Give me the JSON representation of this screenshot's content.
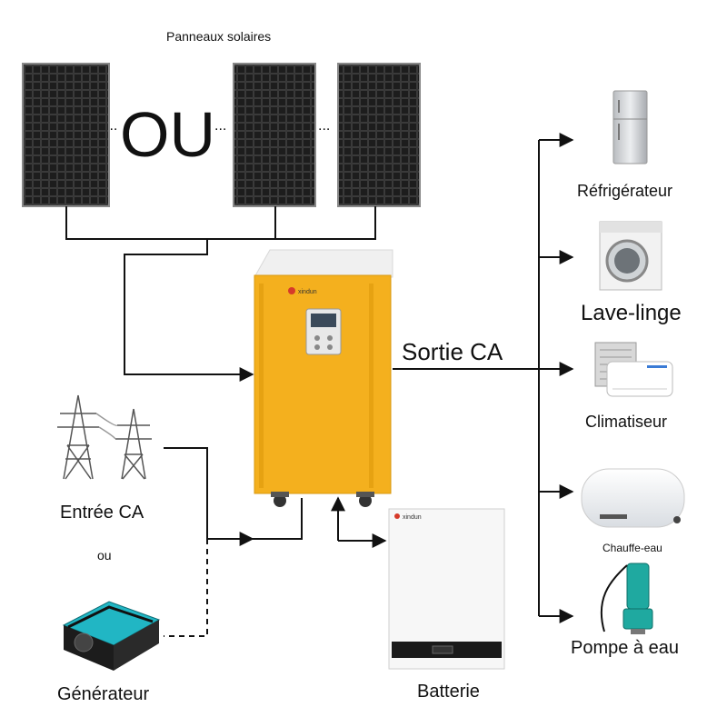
{
  "title": "Panneaux solaires",
  "panel_separator": "OU",
  "ellipsis": "...",
  "ac_output_label": "Sortie CA",
  "inputs": {
    "ac_input_label": "Entrée CA",
    "or_label": "ou",
    "generator_label": "Générateur"
  },
  "battery_label": "Batterie",
  "appliances": [
    "Réfrigérateur",
    "Lave-linge",
    "Climatiseur",
    "Chauffe-eau",
    "Pompe à eau"
  ],
  "brand_mark": "xindun",
  "colors": {
    "inverter_body": "#f4b01e",
    "inverter_top": "#f2f2f2",
    "line": "#111111",
    "panel": "#2a2a2a",
    "battery_body": "#f7f7f7",
    "generator_accent": "#21b6c4"
  }
}
